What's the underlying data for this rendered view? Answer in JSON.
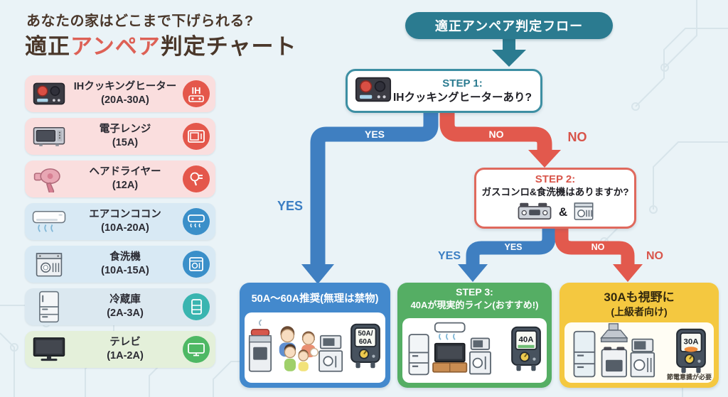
{
  "title": {
    "line1": "あなたの家はどこまで下げられる?",
    "line2_pre": "適正",
    "line2_accent": "アンペア",
    "line2_post": "判定チャート"
  },
  "appliances": [
    {
      "name": "IHクッキングヒーター",
      "amps": "(20A-30A)",
      "icon": "ih-cooktop",
      "badge_text": "IH"
    },
    {
      "name": "電子レンジ",
      "amps": "(15A)",
      "icon": "microwave"
    },
    {
      "name": "ヘアドライヤー",
      "amps": "(12A)",
      "icon": "hair-dryer"
    },
    {
      "name": "エアコンココン",
      "amps": "(10A-20A)",
      "icon": "air-conditioner"
    },
    {
      "name": "食洗機",
      "amps": "(10A-15A)",
      "icon": "dishwasher"
    },
    {
      "name": "冷蔵庫",
      "amps": "(2A-3A)",
      "icon": "refrigerator"
    },
    {
      "name": "テレビ",
      "amps": "(1A-2A)",
      "icon": "tv"
    }
  ],
  "flow": {
    "header": "適正アンペア判定フロー",
    "yes": "YES",
    "no": "NO",
    "step1": {
      "label": "STEP 1:",
      "question": "IHクッキングヒーターあり?"
    },
    "step2": {
      "label": "STEP 2:",
      "question": "ガスコンロ&食洗機はありますか?",
      "joiner": "&"
    },
    "results": {
      "recommended": {
        "title": "50A〜60A推奨(無理は禁物)",
        "breaker_line1": "50A/",
        "breaker_line2": "60A"
      },
      "realistic": {
        "label": "STEP 3:",
        "title": "40Aが現実的ライン(おすすめ!)",
        "breaker": "40A"
      },
      "advanced": {
        "title": "30Aも視野に",
        "subtitle": "(上級者向け)",
        "breaker": "30A",
        "caption": "節電意識が必要"
      }
    }
  },
  "colors": {
    "background": "#eaf3f7",
    "teal": "#2b7b90",
    "yes_blue": "#3f7fc1",
    "no_red": "#e2594d",
    "result_blue": "#4389cd",
    "result_green": "#55ae64",
    "result_yellow": "#f4c840",
    "title_brown": "#4a372a",
    "title_accent": "#dd6156"
  }
}
